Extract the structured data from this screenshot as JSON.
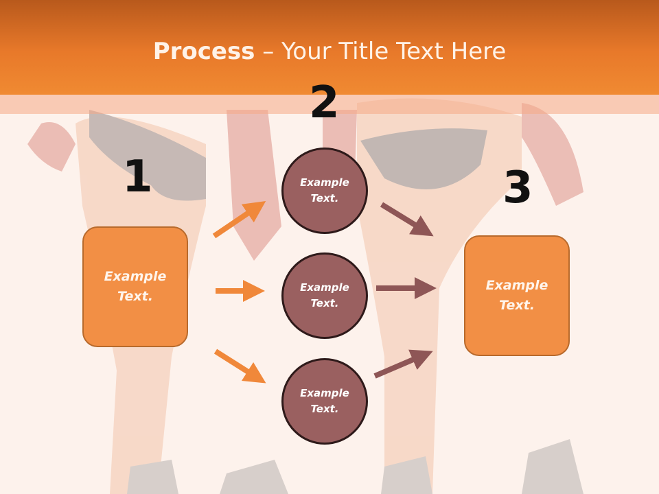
{
  "slide": {
    "title_bold": "Process",
    "title_rest": " – Your Title Text Here"
  },
  "steps": {
    "n1": "1",
    "n2": "2",
    "n3": "3"
  },
  "left_box": {
    "text": "Example Text."
  },
  "circles": [
    {
      "text": "Example Text."
    },
    {
      "text": "Example Text."
    },
    {
      "text": "Example Text."
    }
  ],
  "right_box": {
    "text": "Example Text."
  },
  "colors": {
    "header": "#e8792a",
    "box_fill": "#f28f45",
    "circle_fill": "#9a6060",
    "arrow_orange": "#f0883a",
    "arrow_brown": "#8e5656"
  }
}
